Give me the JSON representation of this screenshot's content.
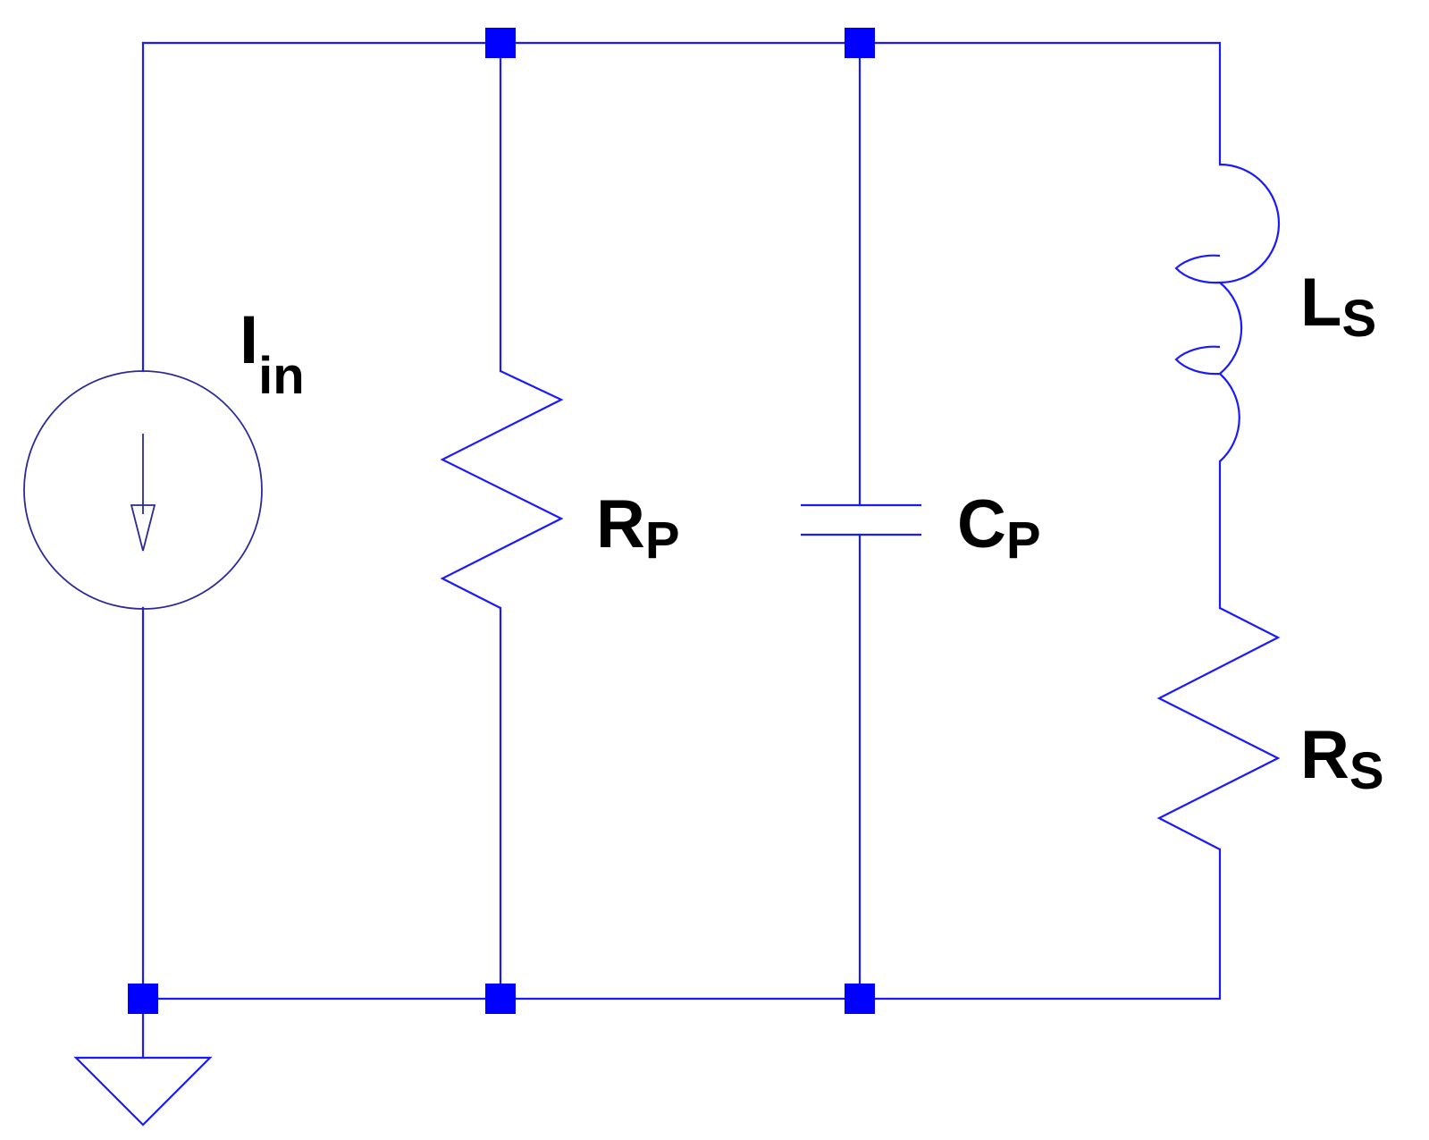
{
  "colors": {
    "wire": "#1a1aff",
    "node": "#0000ff",
    "source_outline": "#2a2a9a",
    "label": "#000000"
  },
  "labels": {
    "source": {
      "main": "I",
      "sub": "in"
    },
    "rp": {
      "main": "R",
      "sub": "P"
    },
    "cp": {
      "main": "C",
      "sub": "P"
    },
    "ls": {
      "main": "L",
      "sub": "S"
    },
    "rs": {
      "main": "R",
      "sub": "S"
    }
  }
}
